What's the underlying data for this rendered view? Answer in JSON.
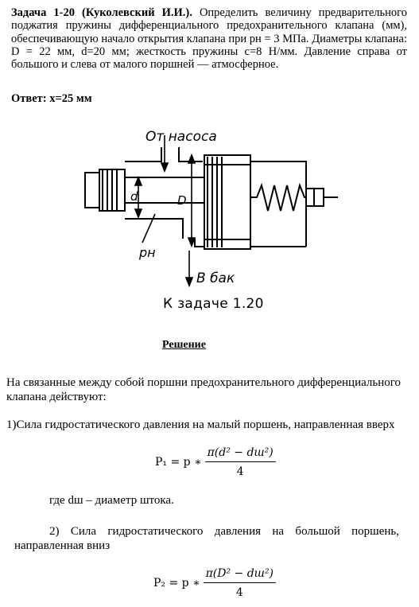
{
  "problem": {
    "title": "Задача 1-20 (Куколевский И.И.).",
    "text": "Определить величину предварительного поджатия пружины дифференциального предохранительного клапана (мм), обеспечивающую начало открытия клапана при pн = 3 МПа. Диаметры клапана: D = 22 мм, d=20 мм; жесткость пружины с=8 Н/мм. Давление справа от большого и слева от малого поршней — атмосферное.",
    "answer": "Ответ: x=25 мм"
  },
  "figure": {
    "label_pump": "От насоса",
    "label_tank": "В бак",
    "label_d": "d",
    "label_D": "D",
    "label_p": "pн",
    "caption": "К задаче 1.20"
  },
  "solution": {
    "heading": "Решение",
    "intro": "На связанные между собой поршни предохранительного дифференциального клапана действуют:",
    "item1": "1)Сила гидростатического давления на малый поршень, направленная вверх",
    "note": "где dш – диаметр штока.",
    "item2": "2) Сила гидростатического давления на большой поршень, направленная вниз"
  },
  "formulas": {
    "f1_lhs": "P₁ = p ∗",
    "f1_num": "π(d² − dш²)",
    "f1_den": "4",
    "f2_lhs": "P₂ = p ∗",
    "f2_num": "π(D² − dш²)",
    "f2_den": "4"
  }
}
